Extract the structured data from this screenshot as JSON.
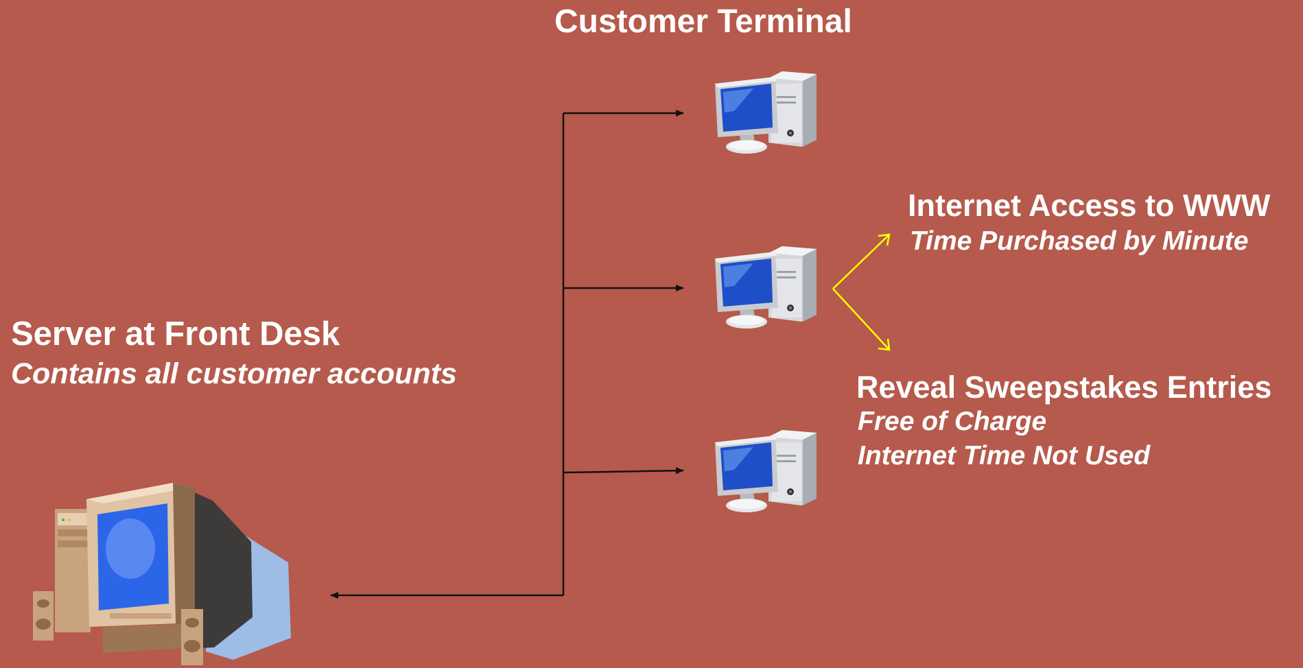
{
  "terminal_heading": "Customer Terminal",
  "server": {
    "title": "Server at Front Desk",
    "subtitle": "Contains all customer accounts"
  },
  "internet": {
    "title": "Internet Access to WWW",
    "subtitle": "Time Purchased by Minute"
  },
  "sweepstakes": {
    "title": "Reveal Sweepstakes Entries",
    "line1": "Free of Charge",
    "line2": "Internet Time Not Used"
  },
  "colors": {
    "background": "#B55A4C",
    "text": "#FFFFFF",
    "connector": "#111111",
    "highlight_arrow": "#FFFF00",
    "screen_blue": "#1E4FC8"
  },
  "icons": {
    "terminal": "desktop-computer-icon",
    "server": "retro-crt-computer-icon"
  }
}
